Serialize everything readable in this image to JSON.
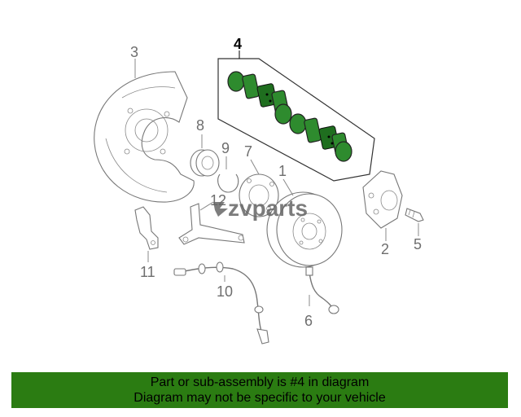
{
  "diagram": {
    "callouts": {
      "c1": "1",
      "c2": "2",
      "c3": "3",
      "c4": "4",
      "c5": "5",
      "c6": "6",
      "c7": "7",
      "c8": "8",
      "c9": "9",
      "c10": "10",
      "c11": "11",
      "c12": "12"
    },
    "highlighted_callout": "4",
    "highlight_color": "#2e8b2e",
    "watermark": "zvparts"
  },
  "banner": {
    "line1": "Part or sub-assembly is #4 in diagram",
    "line2": "Diagram may not be specific to your vehicle",
    "background_color": "#2b7c12"
  }
}
